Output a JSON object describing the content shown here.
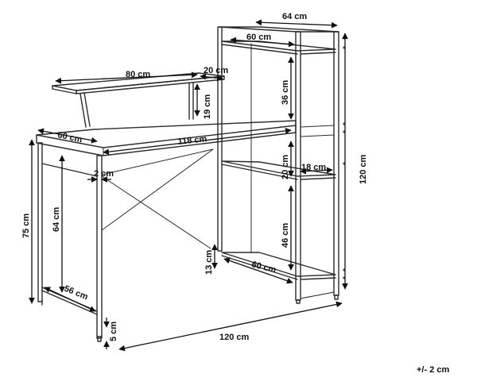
{
  "diagram": {
    "dimensions": {
      "shelf_total_width": "64 cm",
      "shelf_inner_width": "60 cm",
      "monitor_riser_width": "80 cm",
      "monitor_riser_depth": "20 cm",
      "top_shelf_height": "36 cm",
      "riser_height": "19 cm",
      "desk_depth": "60 cm",
      "desk_width": "118 cm",
      "middle_shelf_height": "20 cm",
      "middle_shelf_depth": "18 cm",
      "leg_thickness": "2 cm",
      "desk_height": "75 cm",
      "under_desk_height": "64 cm",
      "total_height": "120 cm",
      "lower_shelf_height": "46 cm",
      "bottom_clearance": "13 cm",
      "bottom_shelf_width": "60 cm",
      "base_depth": "56 cm",
      "foot_height": "5 cm",
      "total_width": "120 cm"
    },
    "tolerance": "+/- 2 cm"
  }
}
